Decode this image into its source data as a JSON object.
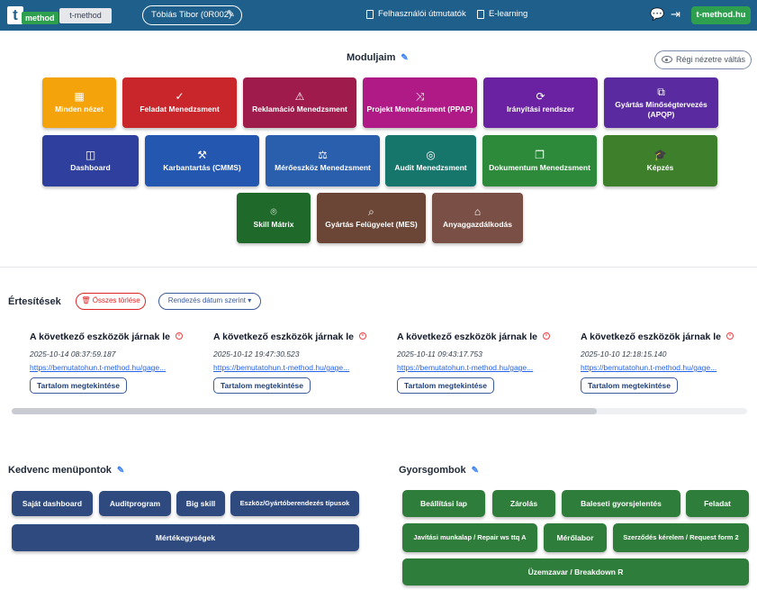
{
  "header": {
    "logo_letter": "t",
    "logo_word": "method",
    "logo2_text": "t-method",
    "user_label": "Tóbiás Tibor (0R002)",
    "links": [
      {
        "label": "Felhasználói útmutatók",
        "icon": "document-icon"
      },
      {
        "label": "E-learning",
        "icon": "book-icon"
      }
    ],
    "site_button": "t-method.hu",
    "bg_color": "#1f5f8b",
    "accent_color": "#2e9e4f"
  },
  "modules": {
    "title": "Moduljaim",
    "old_view_label": "Régi nézetre váltás",
    "tiles": [
      {
        "label": "Minden nézet",
        "icon": "grid-icon",
        "color": "#f5a30a"
      },
      {
        "label": "Feladat Menedzsment",
        "icon": "check-circle-icon",
        "color": "#c8262b"
      },
      {
        "label": "Reklamáció Menedzsment",
        "icon": "alert-box-icon",
        "color": "#9e1b4b"
      },
      {
        "label": "Projekt Menedzsment (PPAP)",
        "icon": "shuffle-icon",
        "color": "#b01a86"
      },
      {
        "label": "Irányítási rendszer",
        "icon": "refresh-icon",
        "color": "#6a22a3"
      },
      {
        "label": "Gyártás Minőségtervezés (APQP)",
        "icon": "sitemap-icon",
        "color": "#5a2ba0"
      },
      {
        "label": "Dashboard",
        "icon": "layout-icon",
        "color": "#2f3f9e"
      },
      {
        "label": "Karbantartás (CMMS)",
        "icon": "tools-icon",
        "color": "#2457b0"
      },
      {
        "label": "Mérőeszköz Menedzsment",
        "icon": "caliper-icon",
        "color": "#2a5fae"
      },
      {
        "label": "Audit Menedzsment",
        "icon": "badge-icon",
        "color": "#17766c"
      },
      {
        "label": "Dokumentum Menedzsment",
        "icon": "documents-icon",
        "color": "#2e8a3b"
      },
      {
        "label": "Képzés",
        "icon": "graduation-cap-icon",
        "color": "#3d7f2b"
      },
      {
        "label": "Skill Mátrix",
        "icon": "location-pin-icon",
        "color": "#1f6a2a"
      },
      {
        "label": "Gyártás Felügyelet (MES)",
        "icon": "search-icon",
        "color": "#6b4636"
      },
      {
        "label": "Anyaggazdálkodás",
        "icon": "warehouse-icon",
        "color": "#7a4f45"
      }
    ]
  },
  "notifications": {
    "title": "Értesítések",
    "clear_all": "Összes törlése",
    "sort_label": "Rendezés dátum szerint",
    "items": [
      {
        "title": "A következő eszközök járnak le",
        "date": "2025-10-14 08:37:59.187",
        "link": "https://bemutatohun.t-method.hu/gage...",
        "button": "Tartalom megtekintése"
      },
      {
        "title": "A következő eszközök járnak le",
        "date": "2025-10-12 19:47:30.523",
        "link": "https://bemutatohun.t-method.hu/gage...",
        "button": "Tartalom megtekintése"
      },
      {
        "title": "A következő eszközök járnak le",
        "date": "2025-10-11 09:43:17.753",
        "link": "https://bemutatohun.t-method.hu/gage...",
        "button": "Tartalom megtekintése"
      },
      {
        "title": "A következő eszközök járnak le",
        "date": "2025-10-10 12:18:15.140",
        "link": "https://bemutatohun.t-method.hu/gage...",
        "button": "Tartalom megtekintése"
      }
    ]
  },
  "favorites": {
    "title": "Kedvenc menüpontok",
    "items": [
      "Saját dashboard",
      "Auditprogram",
      "Big skill",
      "Eszköz/Gyártóberendezés típusok",
      "Mértékegységek"
    ]
  },
  "quick": {
    "title": "Gyorsgombok",
    "items": [
      "Beállítási lap",
      "Zárolás",
      "Baleseti gyorsjelentés",
      "Feladat",
      "Javítási munkalap / Repair ws ttq A",
      "Mérőlabor",
      "Szerződés kérelem / Request form 2",
      "Üzemzavar / Breakdown R"
    ]
  }
}
